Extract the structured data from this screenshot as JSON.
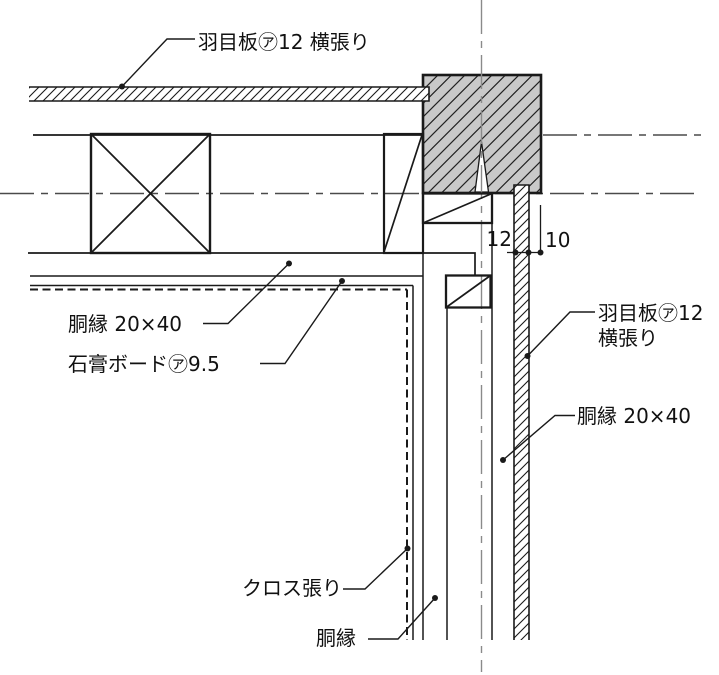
{
  "drawing": {
    "type": "architectural-corner-detail-plan",
    "labels": {
      "siding_top": "羽目板㋐12 横張り",
      "furring_left": "胴縁 20×40",
      "gypsum_board": "石膏ボード㋐9.5",
      "cloth_finish": "クロス張り",
      "furring_bottom": "胴縁",
      "siding_right_line1": "羽目板㋐12",
      "siding_right_line2": "横張り",
      "furring_right": "胴縁 20×40"
    },
    "dimensions": {
      "siding_thickness": "12",
      "air_gap": "10"
    },
    "colors": {
      "line": "#1a1a1a",
      "post_fill": "#c9c9c9",
      "centerline_h": "#4a4a4a",
      "centerline_v": "#8a8a8a",
      "background": "#ffffff"
    }
  }
}
